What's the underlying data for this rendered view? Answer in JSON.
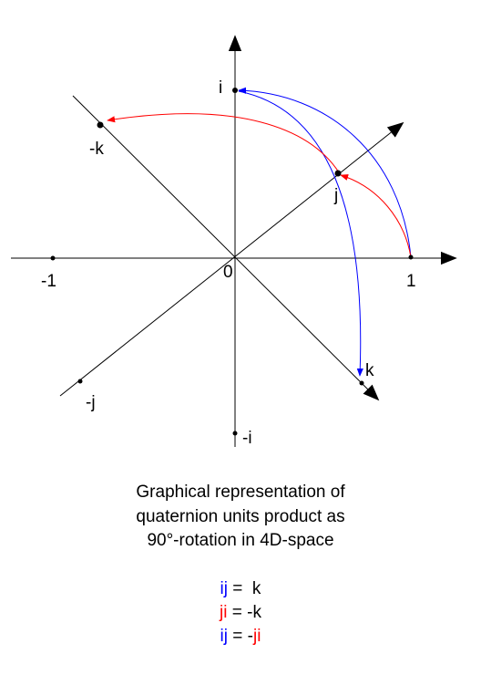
{
  "colors": {
    "axis": "#000000",
    "blue": "#0000ff",
    "red": "#ff0000",
    "text": "#000000"
  },
  "points": {
    "i": "i",
    "neg_k": "-k",
    "j": "j",
    "neg_one": "-1",
    "zero": "0",
    "one": "1",
    "k": "k",
    "neg_j": "-j",
    "neg_i": "-i"
  },
  "caption": {
    "line1": "Graphical representation of",
    "line2": "quaternion units product as",
    "line3": "90°-rotation in 4D-space"
  },
  "equations": {
    "eq1": {
      "lhs": "ij",
      "rest": " =  k"
    },
    "eq2": {
      "lhs": "ji",
      "rest": " = -k"
    },
    "eq3": {
      "lhs": "ij",
      "mid": " = -",
      "rhs": "ji"
    }
  }
}
